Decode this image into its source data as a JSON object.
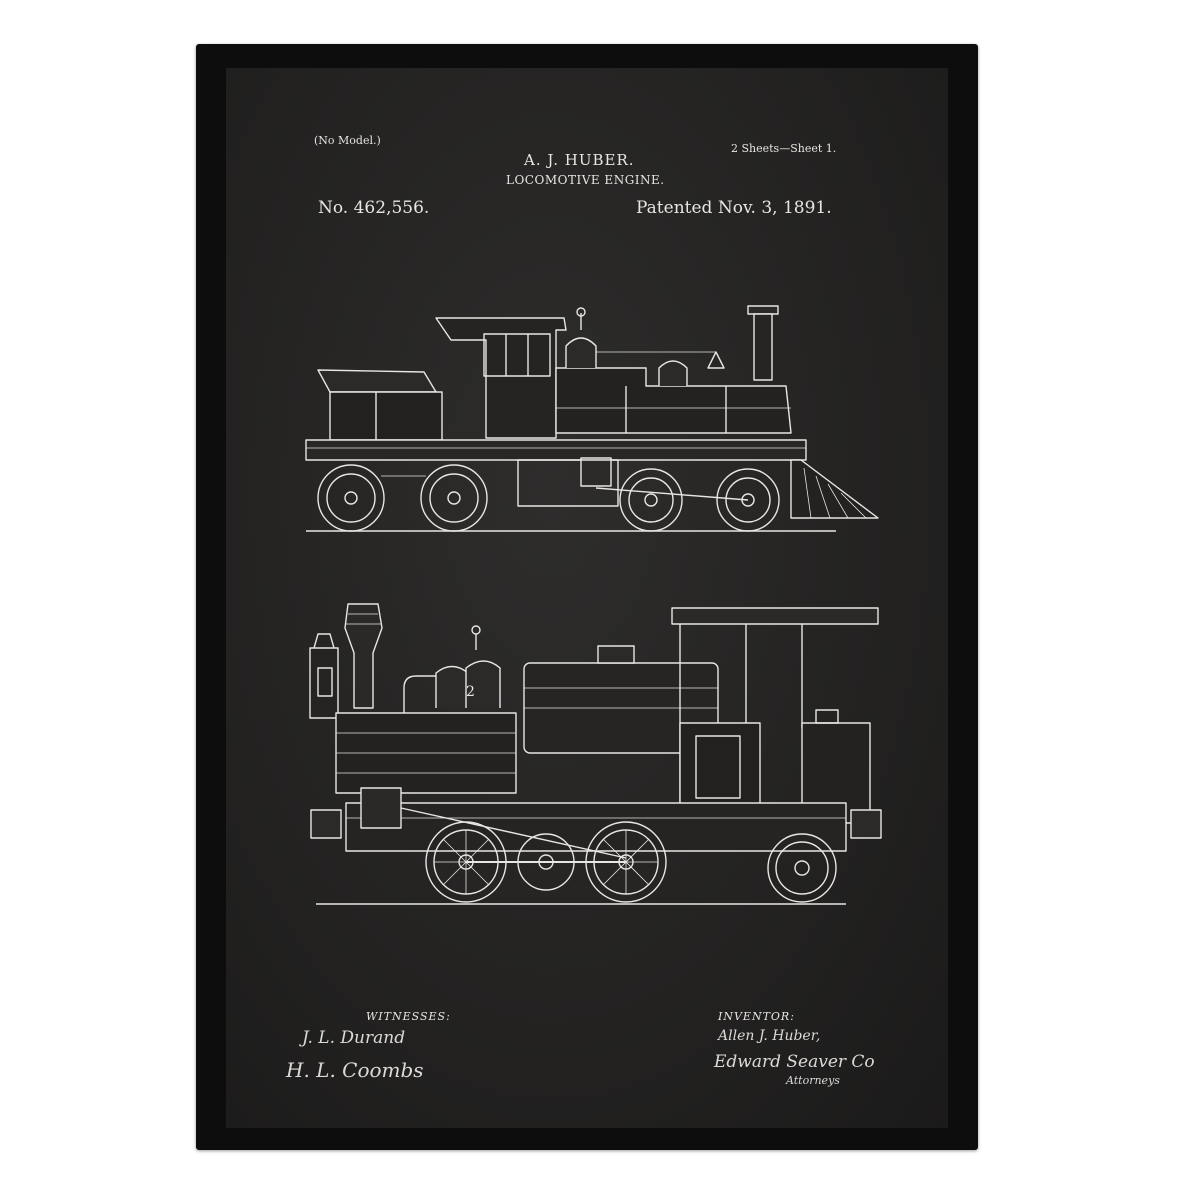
{
  "header": {
    "no_model": "(No Model.)",
    "inventor_name": "A. J. HUBER.",
    "title": "LOCOMOTIVE ENGINE.",
    "sheets": "2 Sheets—Sheet 1.",
    "patent_number": "No. 462,556.",
    "patented_date": "Patented Nov. 3, 1891."
  },
  "drawing": {
    "figure_number": "2",
    "subjects": [
      "locomotive-side-view-upper",
      "locomotive-side-view-lower"
    ]
  },
  "footer": {
    "witnesses_label": "WITNESSES:",
    "witness_1": "J. L. Durand",
    "witness_2": "H. L. Coombs",
    "inventor_label": "INVENTOR:",
    "inventor_signature": "Allen J. Huber,",
    "attorney_signature": "Edward Seaver Co",
    "attorney_label": "Attorneys"
  },
  "colors": {
    "frame": "#0e0d0d",
    "poster_background": "#262524",
    "line_art": "#e8e6e2"
  }
}
